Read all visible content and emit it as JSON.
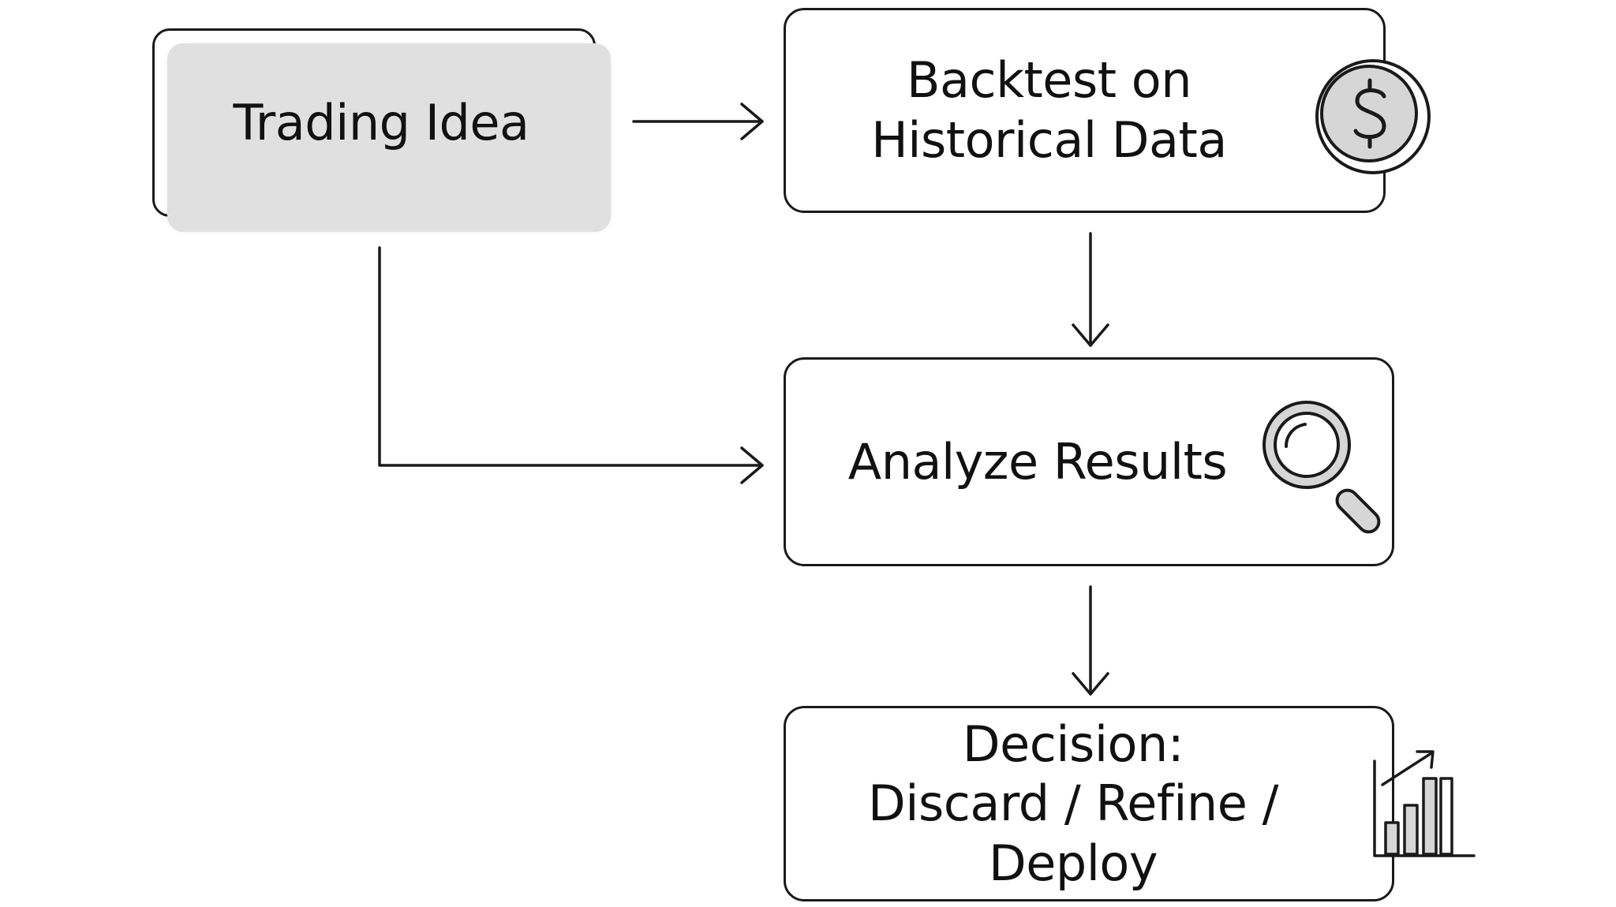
{
  "nodes": {
    "trading_idea": {
      "label_lines": [
        "Trading Idea"
      ]
    },
    "backtest": {
      "label_lines": [
        "Backtest on",
        "Historical Data"
      ],
      "icon": "dollar-coin-icon"
    },
    "analyze": {
      "label_lines": [
        "Analyze Results"
      ],
      "icon": "magnifying-glass-icon"
    },
    "decision": {
      "label_lines": [
        "Decision:",
        "Discard / Refine / Deploy"
      ],
      "icon": "bar-chart-growth-icon"
    }
  },
  "edges": [
    {
      "from": "Trading Idea",
      "to": "Backtest on Historical Data"
    },
    {
      "from": "Trading Idea",
      "to": "Analyze Results"
    },
    {
      "from": "Backtest on Historical Data",
      "to": "Analyze Results"
    },
    {
      "from": "Analyze Results",
      "to": "Decision: Discard / Refine / Deploy"
    }
  ],
  "colors": {
    "stroke": "#1a1a1a",
    "highlight_fill": "#e0e0e0",
    "icon_fill": "#d6d6d6"
  }
}
